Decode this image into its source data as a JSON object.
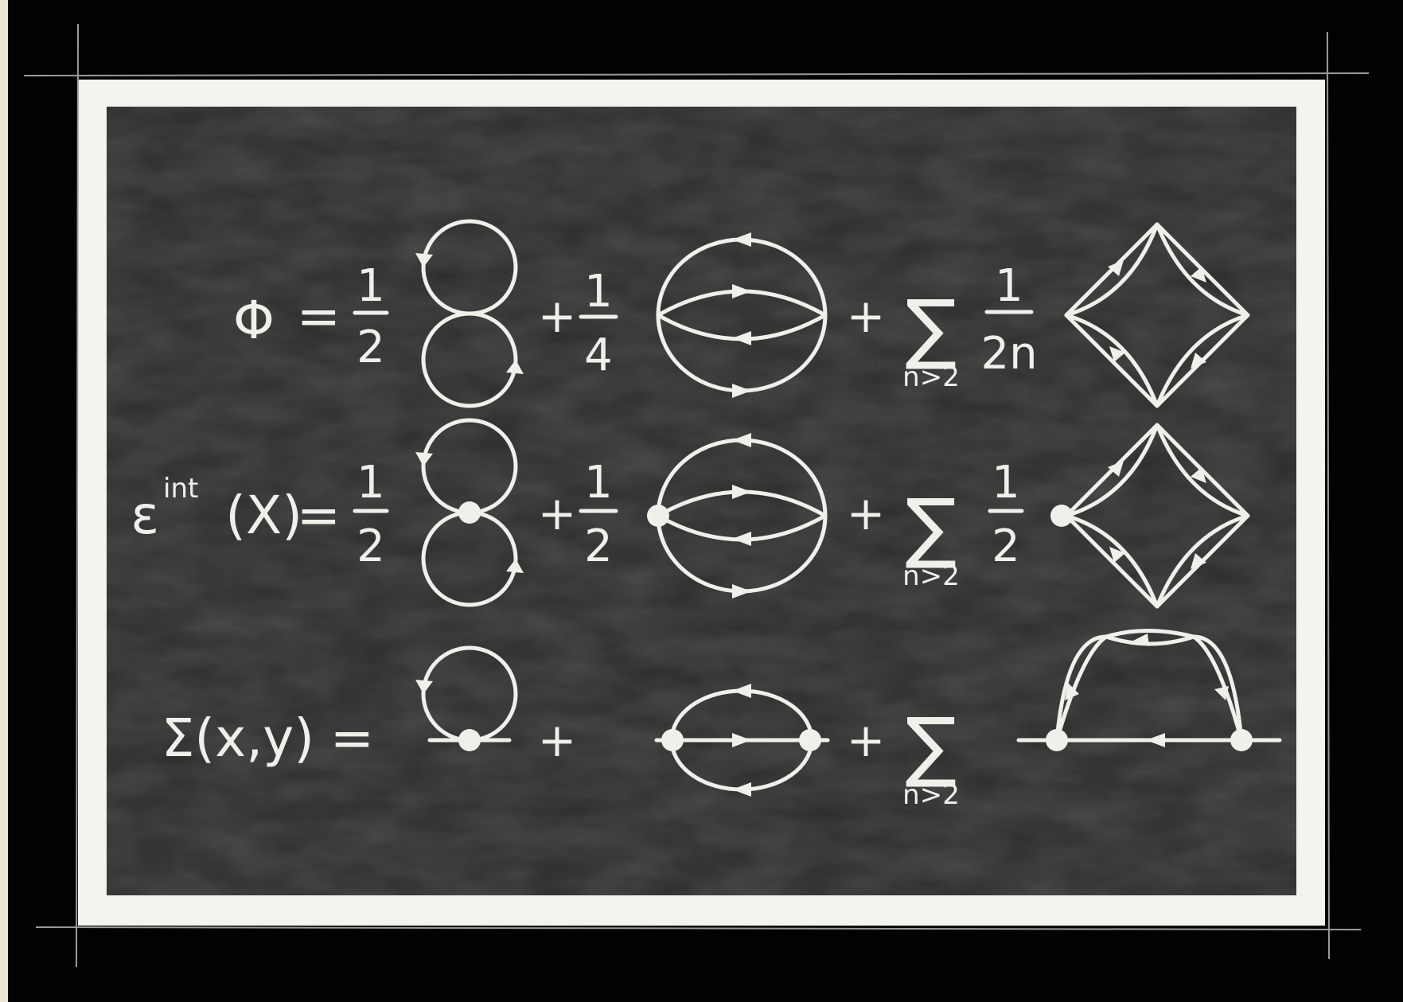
{
  "rows": [
    {
      "id": "phi",
      "lhs": "Φ",
      "equals": "=",
      "t1": {
        "coef_num": "1",
        "coef_den": "2"
      },
      "plus1": "+",
      "t2": {
        "coef_num": "1",
        "coef_den": "4"
      },
      "plus2": "+",
      "t3": {
        "sum_symbol": "∑",
        "sum_sub": "n>2",
        "coef_num": "1",
        "coef_den": "2n"
      }
    },
    {
      "id": "energy",
      "lhs": "ε",
      "lhs_sup": "int",
      "lhs_arg": "(X)",
      "equals": "=",
      "t1": {
        "coef_num": "1",
        "coef_den": "2"
      },
      "plus1": "+",
      "t2": {
        "coef_num": "1",
        "coef_den": "2"
      },
      "plus2": "+",
      "t3": {
        "sum_symbol": "∑",
        "sum_sub": "n>2",
        "coef_num": "1",
        "coef_den": "2"
      }
    },
    {
      "id": "sigma",
      "lhs": "Σ(x,y)",
      "equals": "=",
      "plus1": "+",
      "plus2": "+",
      "t3": {
        "sum_symbol": "∑",
        "sum_sub": "n>2"
      }
    }
  ],
  "colors": {
    "chalk": "#f1efea",
    "board": "#2b2b2b",
    "frame_outer": "#020202",
    "frame_inner": "#f5f3ef",
    "background": "#ece3d4"
  }
}
